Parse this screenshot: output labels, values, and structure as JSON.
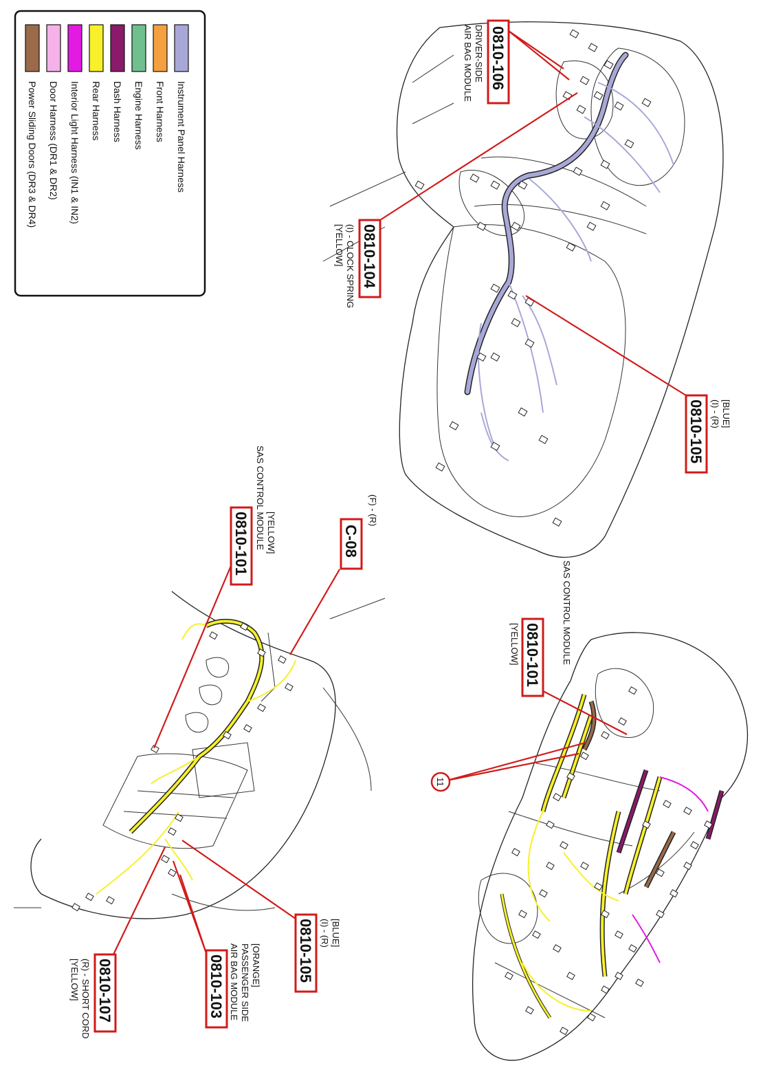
{
  "legend": {
    "items": [
      {
        "label": "Instrument Panel Harness",
        "color": "#a8a8d8"
      },
      {
        "label": "Front Harness",
        "color": "#f5a040"
      },
      {
        "label": "Engine Harness",
        "color": "#6fbf8f"
      },
      {
        "label": "Dash Harness",
        "color": "#8a1a6a"
      },
      {
        "label": "Rear Harness",
        "color": "#f7f02a"
      },
      {
        "label": "Interior Light Harness (IN1 & IN2)",
        "color": "#e21ae2"
      },
      {
        "label": "Door Harness (DR1 & DR2)",
        "color": "#f4b2e8"
      },
      {
        "label": "Power Sliding Doors (DR3 & DR4)",
        "color": "#9a6a4a"
      }
    ]
  },
  "callouts": {
    "c106": {
      "code": "0810-106",
      "lines": [
        "DRIVER-SIDE",
        "AIR BAG MODULE"
      ]
    },
    "c104": {
      "code": "0810-104",
      "lines": [
        "(I) - CLOCK SPRING",
        "[YELLOW]"
      ]
    },
    "c105_top": {
      "code": "0810-105",
      "lines": [
        "[BLUE]",
        "(I) - (R)"
      ]
    },
    "c101_right": {
      "code": "0810-101",
      "lines": [
        "SAS CONTROL MODULE",
        "[YELLOW]"
      ]
    },
    "c11": {
      "code": "11"
    },
    "cC08": {
      "code": "C-08",
      "lines": [
        "(F) - (R)"
      ]
    },
    "c101_left": {
      "code": "0810-101",
      "lines": [
        "[YELLOW]",
        "SAS CONTROL MODULE"
      ]
    },
    "c105_bottom": {
      "code": "0810-105",
      "lines": [
        "[BLUE]",
        "(I) - (R)"
      ]
    },
    "c103": {
      "code": "0810-103",
      "lines": [
        "[ORANGE]",
        "PASSENGER SIDE",
        "AIR BAG MODULE"
      ]
    },
    "c107": {
      "code": "0810-107",
      "lines": [
        "(R) - SHORT CORD",
        "[YELLOW]"
      ]
    }
  },
  "colors": {
    "callout_red": "#d11a1a",
    "instrument_harness": "#a8a8d8",
    "rear_harness": "#f7f02a"
  }
}
